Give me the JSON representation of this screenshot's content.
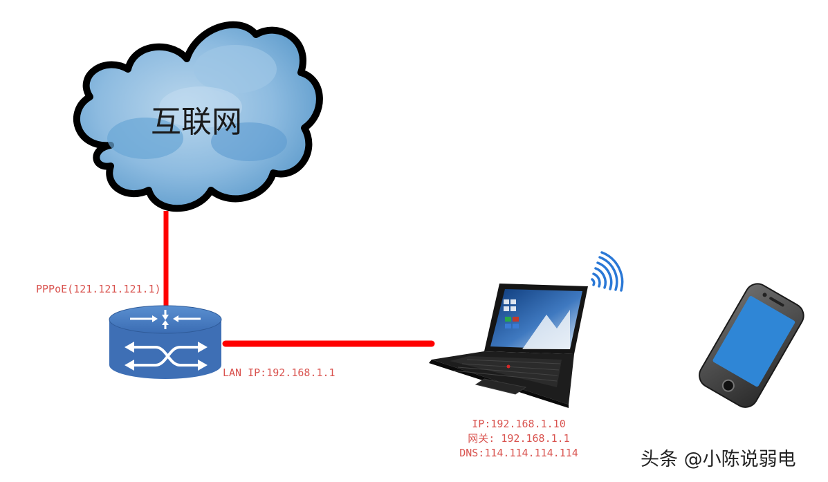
{
  "cloud": {
    "label": "互联网"
  },
  "router": {
    "wan_label": "PPPoE(121.121.121.1)",
    "lan_label": "LAN IP:192.168.1.1"
  },
  "laptop": {
    "ip": "IP:192.168.1.10",
    "gateway": "网关: 192.168.1.1",
    "dns": "DNS:114.114.114.114"
  },
  "watermark": "头条 @小陈说弱电",
  "colors": {
    "link": "#ff0000",
    "label": "#d9534f",
    "router_body": "#3e6fb5",
    "cloud_fill": "#7fb1d9",
    "phone_screen": "#2f86d6"
  },
  "icons": [
    "cloud-icon",
    "router-icon",
    "laptop-icon",
    "wifi-icon",
    "smartphone-icon"
  ]
}
